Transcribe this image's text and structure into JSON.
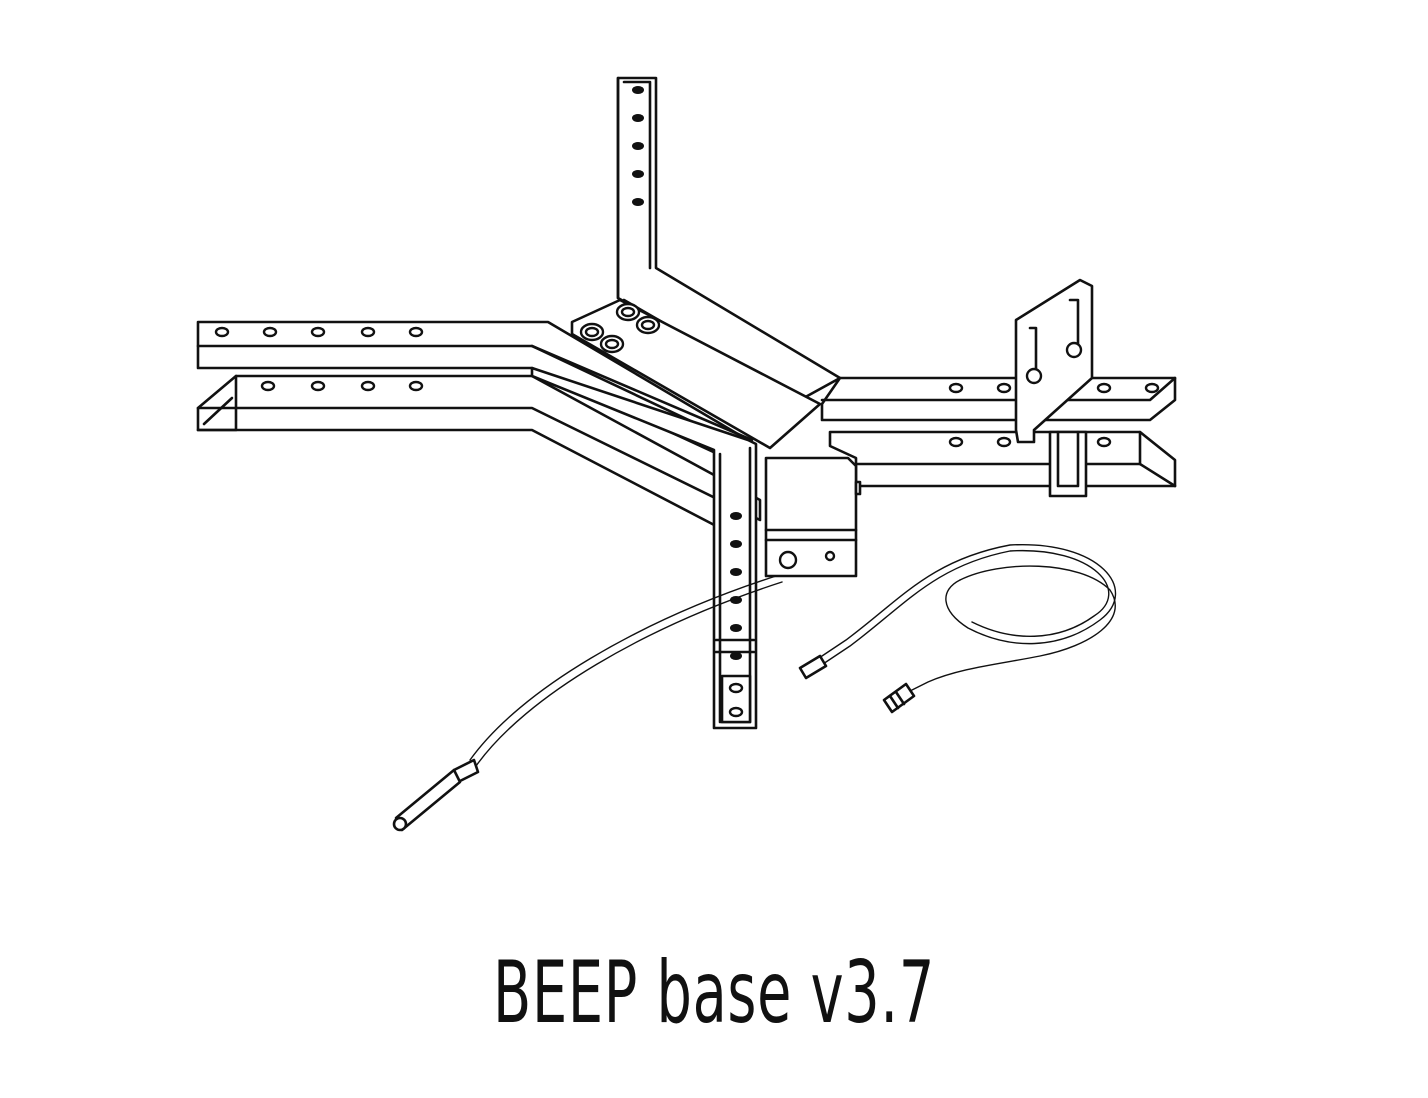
{
  "caption": "BEEP base v3.7",
  "diagram": {
    "components": [
      "stand-frame",
      "mounting-bracket",
      "electronics-box",
      "temperature-probe",
      "audio-cable"
    ]
  }
}
